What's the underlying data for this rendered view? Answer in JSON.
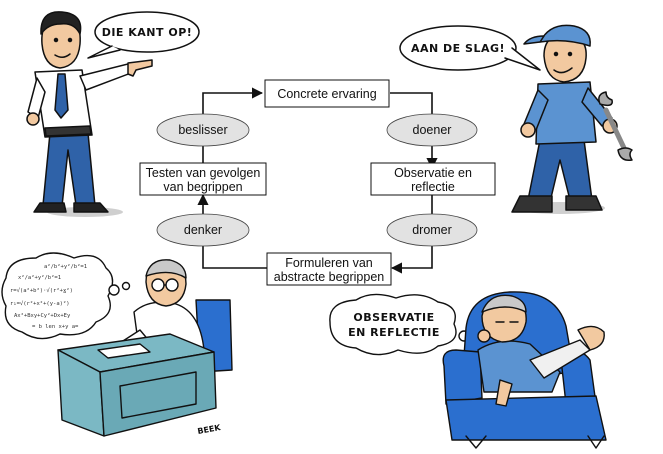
{
  "cycle": {
    "boxes": {
      "top": [
        "Concrete ervaring"
      ],
      "right": [
        "Observatie en",
        "reflectie"
      ],
      "bottom": [
        "Formuleren van",
        "abstracte begrippen"
      ],
      "left": [
        "Testen van gevolgen",
        "van begrippen"
      ]
    },
    "ovals": {
      "top_left": "beslisser",
      "top_right": "doener",
      "bottom_right": "dromer",
      "bottom_left": "denker"
    }
  },
  "cartoons": {
    "pointing_man": {
      "speech": "DIE KANT OP!"
    },
    "worker": {
      "speech": "AAN DE SLAG!"
    },
    "thinker": {
      "formulas": [
        "a²/b²+y²/b²=1",
        "x²/a²+y²/b²=1",
        "r=√(a²+b²)·√(r²+ɣ²)",
        "r₁=√(r²+x²+(y-a)²)",
        "Ax²+Bxy+Cy²+Dx+Ey",
        "= b len x+y a="
      ],
      "signature": "BEEK"
    },
    "dreamer": {
      "thought": [
        "OBSERVATIE",
        "EN REFLECTIE"
      ]
    }
  },
  "colors": {
    "shirt_blue": "#5b93d1",
    "jeans_blue": "#2f62a8",
    "chair_blue": "#2b6fcf",
    "desk_teal": "#7bb8c4",
    "skin": "#f2c9a0",
    "oval_fill": "#e2e2e2"
  }
}
